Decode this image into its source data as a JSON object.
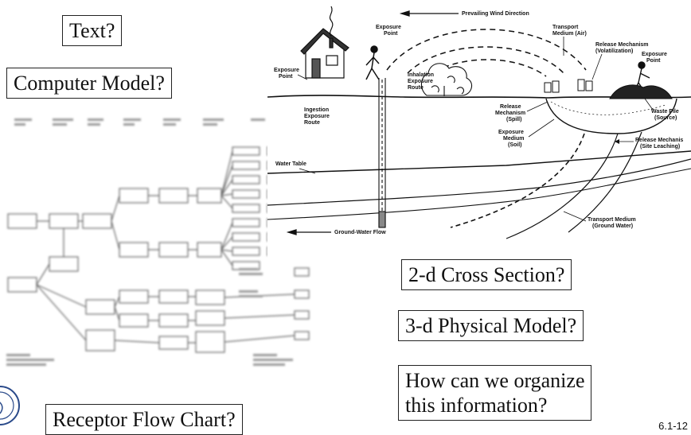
{
  "labels": {
    "text": "Text?",
    "computer_model": "Computer Model?",
    "cross_section": "2-d Cross Section?",
    "physical_model": "3-d Physical Model?",
    "organize_line1": "How can we organize",
    "organize_line2": "this information?",
    "receptor": "Receptor Flow Chart?"
  },
  "slide_number": "6.1-12",
  "diagram": {
    "prevailing_wind": "Prevailing Wind Direction",
    "exposure_point_left_1": "Exposure",
    "exposure_point_left_2": "Point",
    "exposure_point_mid_1": "Exposure",
    "exposure_point_mid_2": "Point",
    "transport_air_1": "Transport",
    "transport_air_2": "Medium (Air)",
    "release_vol_1": "Release Mechanism",
    "release_vol_2": "(Volatilization)",
    "exposure_point_right_1": "Exposure",
    "exposure_point_right_2": "Point",
    "inhalation_1": "Inhalation",
    "inhalation_2": "Exposure",
    "inhalation_3": "Route",
    "ingestion_1": "Ingestion",
    "ingestion_2": "Exposure",
    "ingestion_3": "Route",
    "release_spill_1": "Release",
    "release_spill_2": "Mechanism",
    "release_spill_3": "(Spill)",
    "exposure_soil_1": "Exposure",
    "exposure_soil_2": "Medium",
    "exposure_soil_3": "(Soil)",
    "waste_pile_1": "Waste Pile",
    "waste_pile_2": "(Source)",
    "release_leach_1": "Release Mechanis",
    "release_leach_2": "(Site Leaching)",
    "water_table": "Water Table",
    "transport_gw_1": "Transport Medium",
    "transport_gw_2": "(Ground Water)",
    "groundwater_flow": "Ground-Water Flow"
  }
}
